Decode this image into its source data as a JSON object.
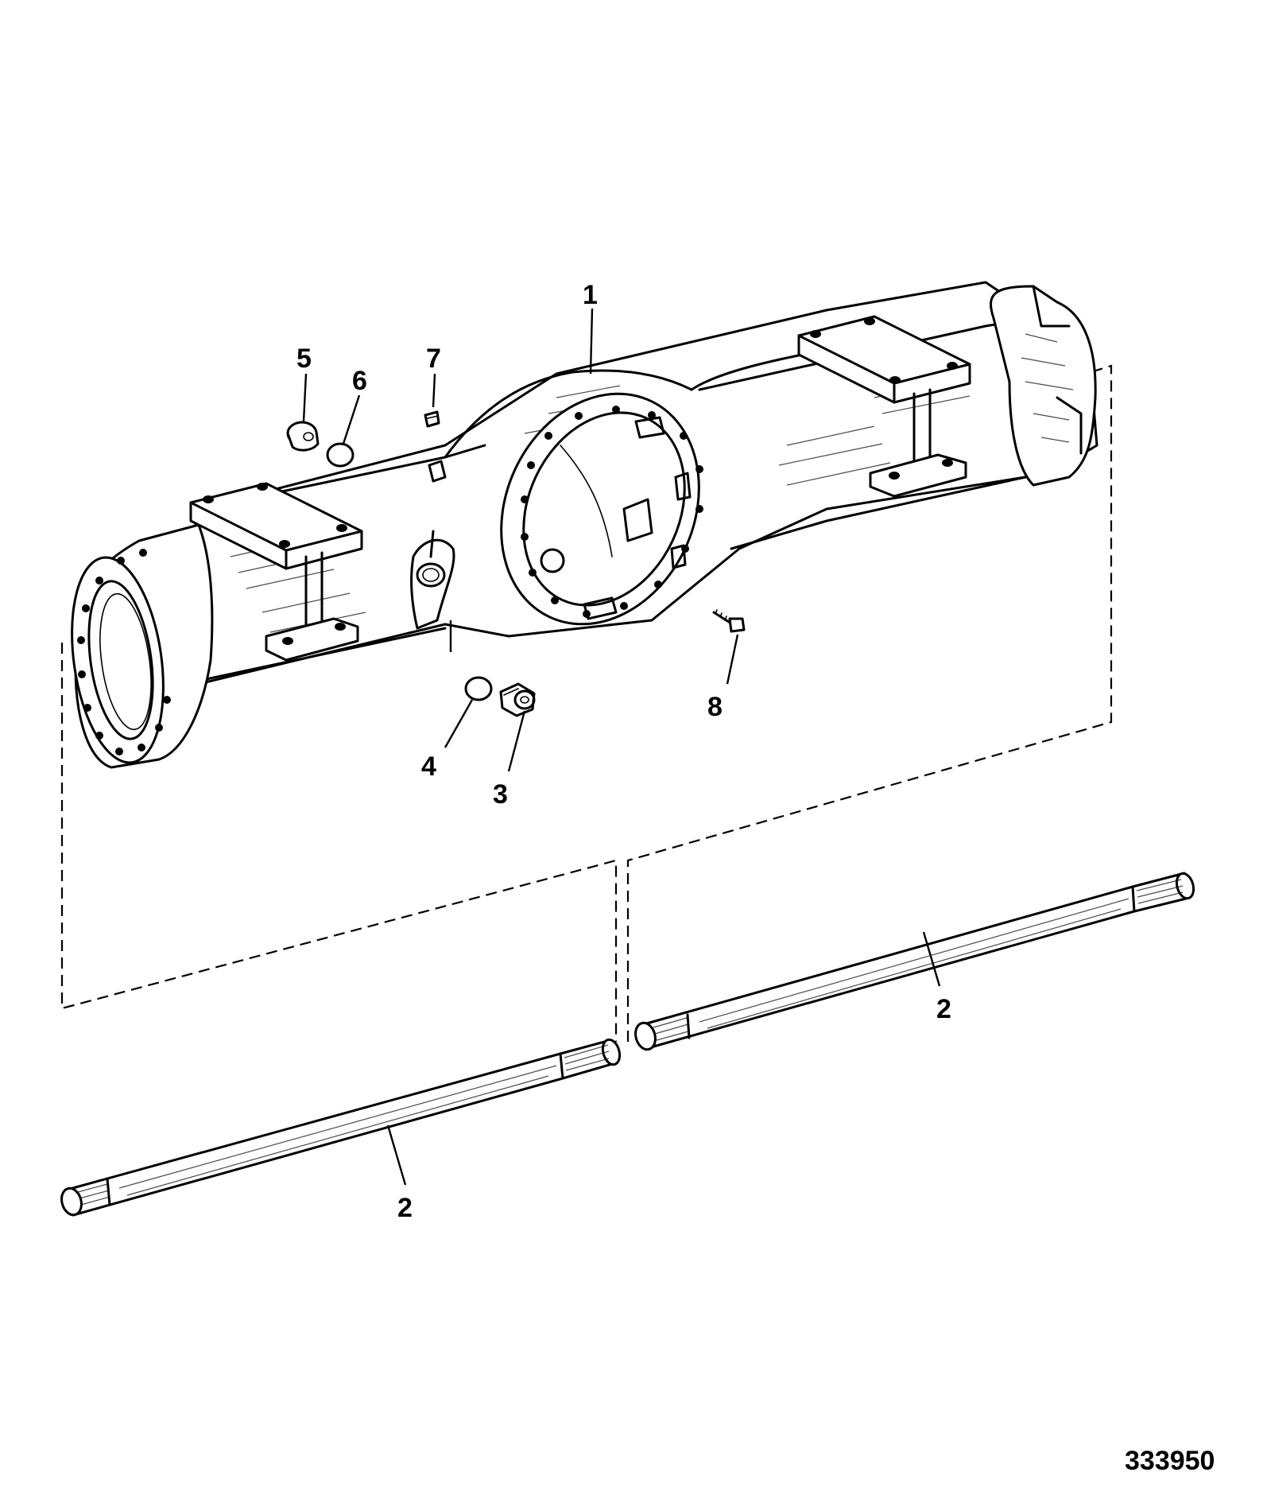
{
  "figure_id": "333950",
  "callouts": {
    "housing": "1",
    "shaft_right": "2",
    "shaft_left": "2",
    "drain_plug": "3",
    "drain_washer": "4",
    "fill_plug": "5",
    "fill_washer": "6",
    "breather": "7",
    "bolt": "8"
  }
}
